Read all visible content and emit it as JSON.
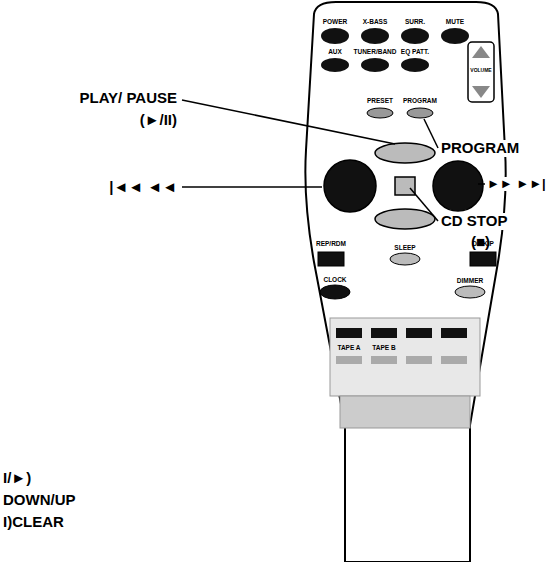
{
  "diagram": {
    "labels": [
      "PLAY/ PAUSE",
      "(►/II)",
      "PROGRAM",
      "|◄◄ ◄◄",
      "►► ►►|",
      "CD STOP",
      "(■)",
      "I/►)",
      "DOWN/UP",
      "I)CLEAR",
      "POWER",
      "X-BASS",
      "SURR.",
      "MUTE",
      "AUX",
      "TUNER/BAND",
      "EQ PATT.",
      "VOLUME",
      "PRESET",
      "PROGRAM",
      "REP/RDM",
      "SLEEP",
      "D.SKIP",
      "CLOCK",
      "DIMMER",
      "TAPE A",
      "TAPE B"
    ]
  }
}
